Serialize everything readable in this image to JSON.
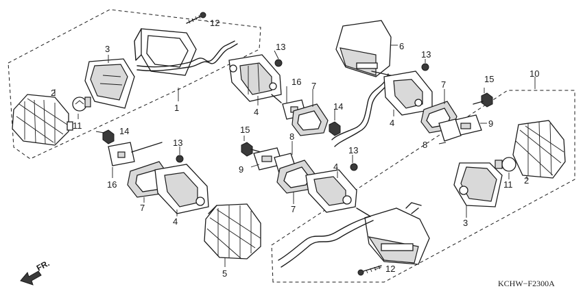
{
  "diagram": {
    "code": "KCHW−F2300A",
    "direction_label": "FR.",
    "callouts": {
      "c1": "1",
      "c2a": "2",
      "c2b": "2",
      "c3a": "3",
      "c3b": "3",
      "c4a": "4",
      "c4b": "4",
      "c4c": "4",
      "c4d": "4",
      "c5": "5",
      "c6": "6",
      "c7a": "7",
      "c7b": "7",
      "c7c": "7",
      "c7d": "7",
      "c8a": "8",
      "c8b": "8",
      "c9a": "9",
      "c9b": "9",
      "c10": "10",
      "c11a": "11",
      "c11b": "11",
      "c12a": "12",
      "c12b": "12",
      "c13a": "13",
      "c13b": "13",
      "c13c": "13",
      "c13d": "13",
      "c14a": "14",
      "c14b": "14",
      "c15a": "15",
      "c15b": "15",
      "c16a": "16",
      "c16b": "16"
    }
  }
}
